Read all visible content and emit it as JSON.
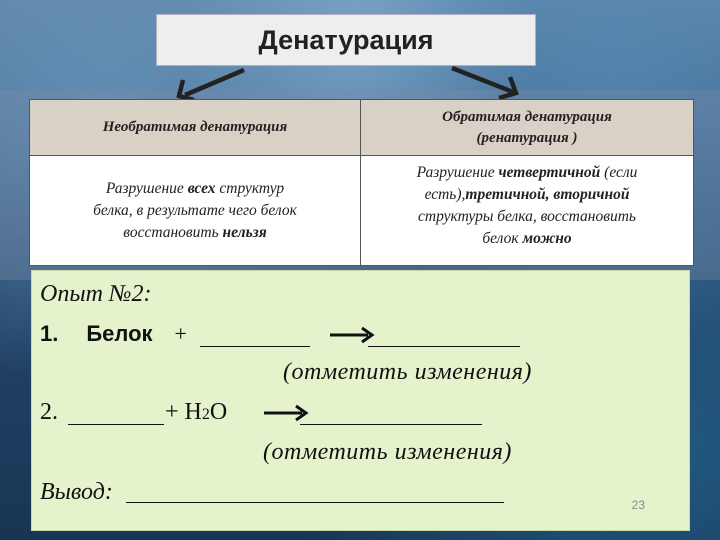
{
  "title": "Денатурация",
  "table": {
    "left_header": "Необратимая денатурация",
    "right_header_line1": "Обратимая денатурация",
    "right_header_line2": "(ренатурация )",
    "left_cell": {
      "p1": "Разрушение ",
      "b1": "всех",
      "p2": " структур",
      "line2": "белка, в результате чего белок",
      "p3": "восстановить ",
      "b2": "нельзя"
    },
    "right_cell": {
      "p1": "Разрушение ",
      "b1": "четвертичной",
      "p2": " (если",
      "p3": "есть),",
      "b2": "третичной, вторичной",
      "line3": "структуры белка, восстановить",
      "p4": "белок ",
      "b3": "можно"
    }
  },
  "experiment": {
    "heading": "Опыт №2:",
    "item1_number": "1.",
    "item1_subject": "Белок",
    "plus": "+",
    "note1": "(отметить изменения)",
    "item2_number": "2.",
    "item2_plus": "+",
    "water_h": "H",
    "water_2": "2",
    "water_o": "O",
    "note2": "(отметить изменения)",
    "conclusion": "Вывод:"
  },
  "page_number": "23"
}
